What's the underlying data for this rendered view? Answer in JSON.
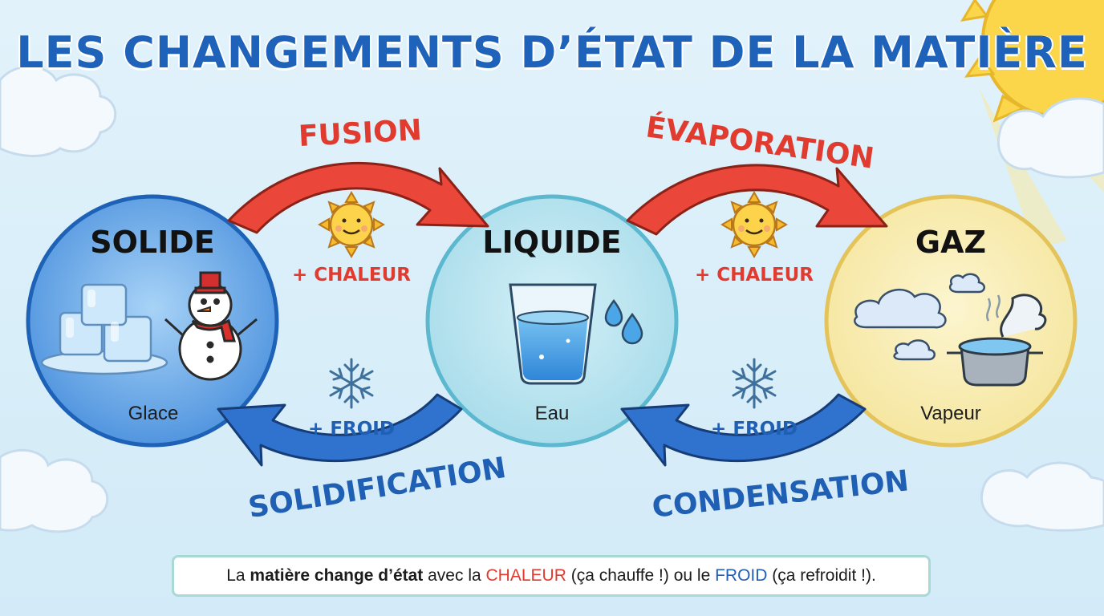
{
  "title": "LES CHANGEMENTS D’ÉTAT DE LA MATIÈRE",
  "states": {
    "solid": {
      "name": "SOLIDE",
      "caption": "Glace"
    },
    "liquid": {
      "name": "LIQUIDE",
      "caption": "Eau"
    },
    "gas": {
      "name": "GAZ",
      "caption": "Vapeur"
    }
  },
  "processes": {
    "fusion": "FUSION",
    "evaporation": "ÉVAPORATION",
    "solidification": "SOLIDIFICATION",
    "condensation": "CONDENSATION"
  },
  "conditions": {
    "heat": "+ CHALEUR",
    "cold": "+ FROID"
  },
  "note": {
    "p1": "La ",
    "p2": "matière change d’état",
    "p3": " avec la ",
    "p4": "CHALEUR",
    "p5": " (ça chauffe !) ou le ",
    "p6": "FROID",
    "p7": " (ça refroidit !)."
  },
  "colors": {
    "title": "#1e62b9",
    "heat": "#e03b2e",
    "cold": "#1f5fb4",
    "solid_circle": "#3d85d6",
    "liquid_circle": "#b5e3ef",
    "gas_circle": "#f8edb4"
  }
}
